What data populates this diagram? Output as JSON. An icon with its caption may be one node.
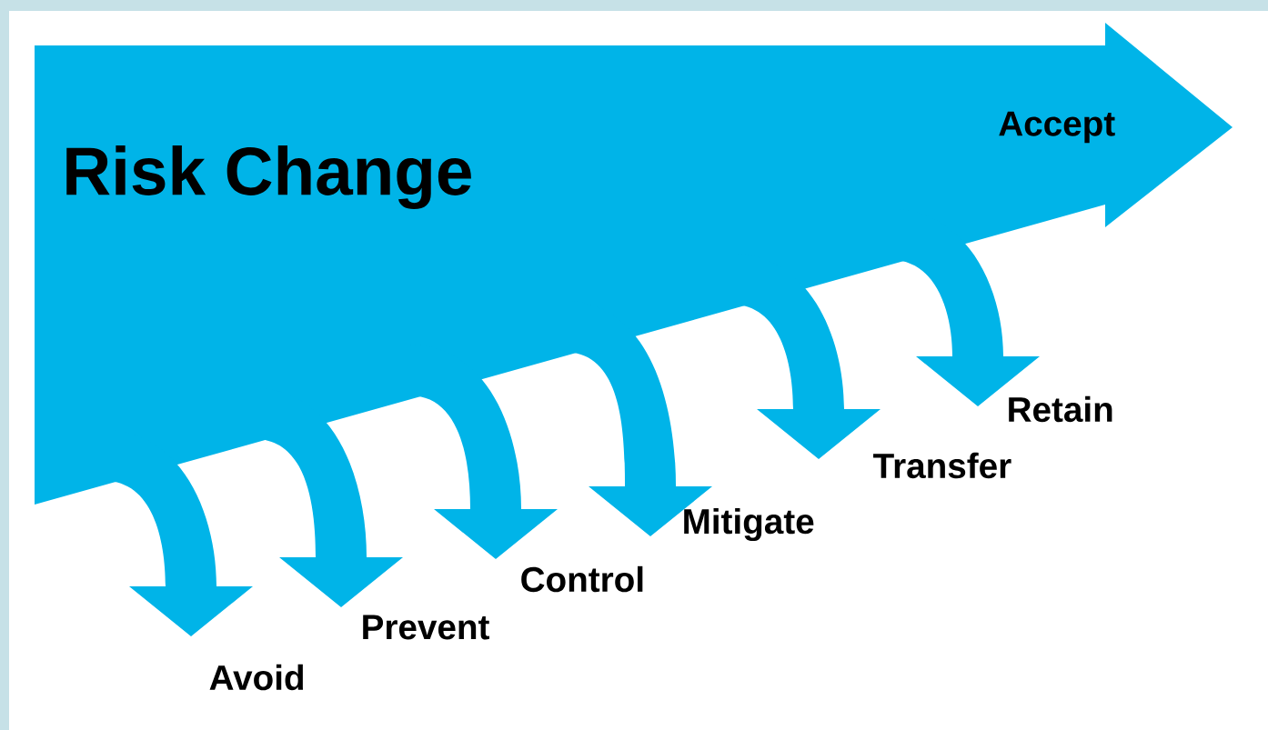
{
  "diagram": {
    "nodes": [
      {
        "text": [
          "Risk Change",
          "Accept"
        ]
      },
      {
        "text": [
          "Avoid"
        ]
      },
      {
        "text": [
          "Prevent"
        ]
      },
      {
        "text": [
          "Control"
        ]
      },
      {
        "text": [
          "Mitigate"
        ]
      },
      {
        "text": [
          "Transfer"
        ]
      },
      {
        "text": [
          "Retain"
        ]
      }
    ],
    "edges": [
      {
        "from": 0,
        "to": 1,
        "arrow": "to"
      },
      {
        "from": 0,
        "to": 2,
        "arrow": "to"
      },
      {
        "from": 0,
        "to": 3,
        "arrow": "to"
      },
      {
        "from": 0,
        "to": 4,
        "arrow": "to"
      },
      {
        "from": 0,
        "to": 5,
        "arrow": "to"
      },
      {
        "from": 0,
        "to": 6,
        "arrow": "to"
      }
    ]
  }
}
